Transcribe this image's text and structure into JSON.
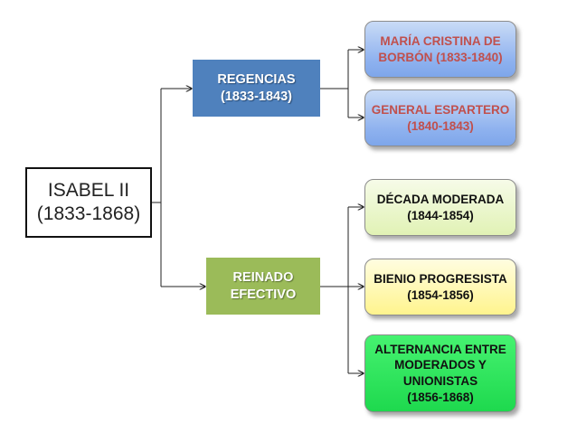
{
  "root": {
    "label": "ISABEL II\n(1833-1868)"
  },
  "branches": [
    {
      "id": "regencias",
      "label": "REGENCIAS\n(1833-1843)",
      "color": "#4f81bd",
      "children": [
        {
          "id": "maria",
          "label": "MARÍA CRISTINA DE\nBORBÓN (1833-1840)"
        },
        {
          "id": "espartero",
          "label": "GENERAL ESPARTERO\n(1840-1843)"
        }
      ]
    },
    {
      "id": "reinado",
      "label": "REINADO\nEFECTIVO",
      "color": "#9bbb59",
      "children": [
        {
          "id": "decada",
          "label": "DÉCADA MODERADA\n(1844-1854)"
        },
        {
          "id": "bienio",
          "label": "BIENIO PROGRESISTA\n(1854-1856)"
        },
        {
          "id": "alternancia",
          "label": "ALTERNANCIA ENTRE\nMODERADOS Y\nUNIONISTAS\n(1856-1868)"
        }
      ]
    }
  ],
  "colors": {
    "regencias_leaf_text": "#c0504d",
    "leaf_decada": "#e1f2b5",
    "leaf_bienio": "#fff48e",
    "leaf_alternancia": "#1ed94e"
  }
}
